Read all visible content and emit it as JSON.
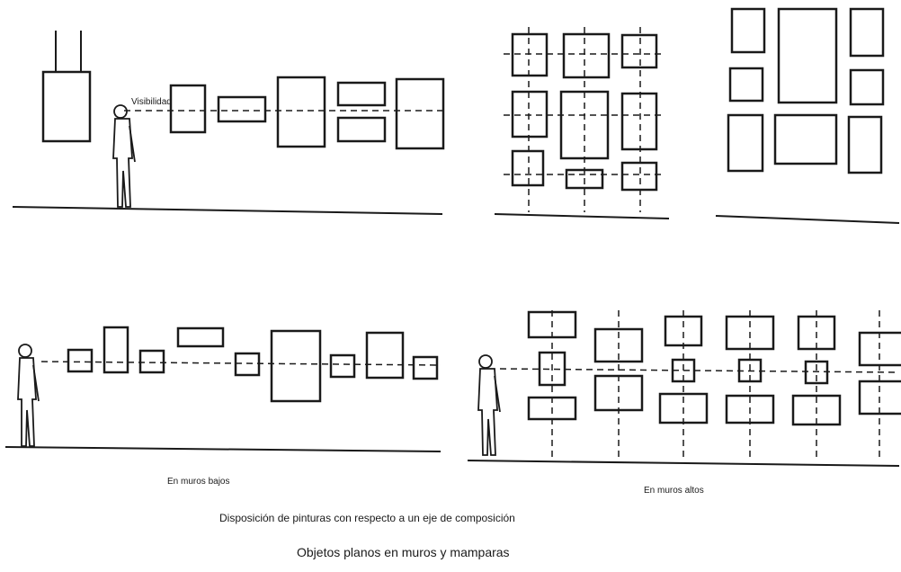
{
  "labels": {
    "vision_label": "Visibilidad",
    "low_walls": "En muros bajos",
    "high_walls": "En muros altos",
    "caption_1": "Disposición de pinturas con respecto a un eje de composición",
    "caption_2": "Objetos planos en muros y mamparas"
  },
  "colors": {
    "ink": "#1a1a1a",
    "background": "#ffffff"
  }
}
